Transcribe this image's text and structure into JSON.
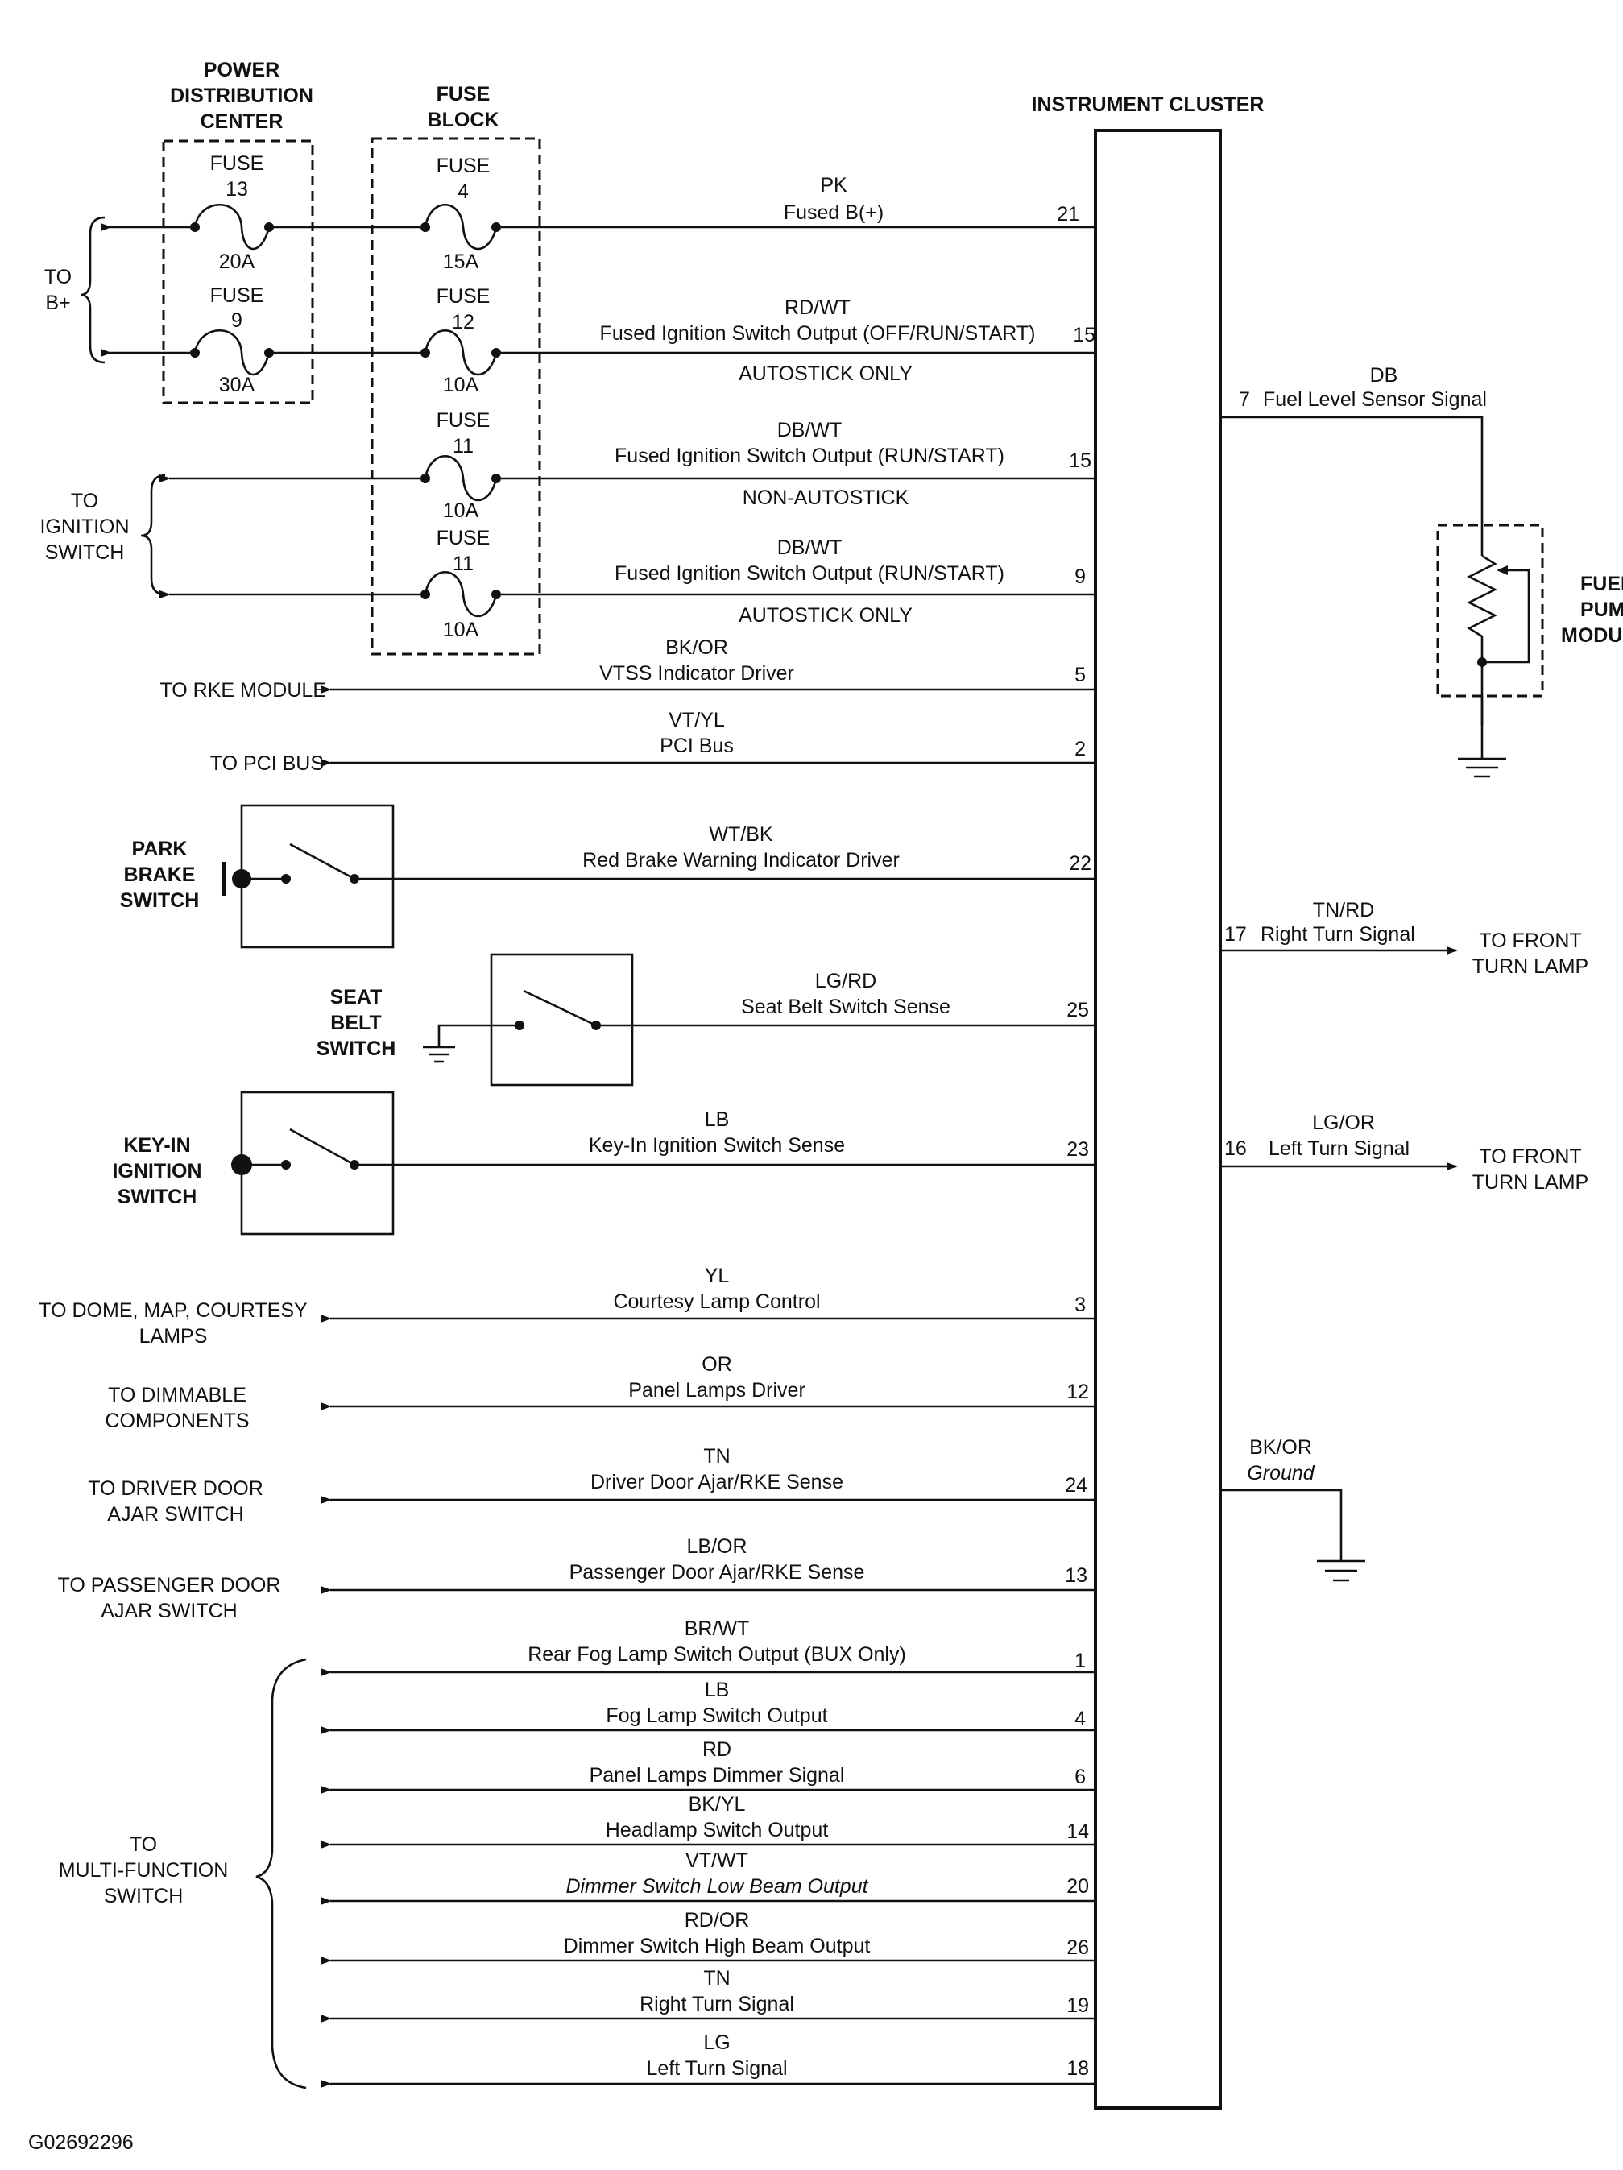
{
  "power_distribution_center": {
    "line1": "POWER",
    "line2": "DISTRIBUTION",
    "line3": "CENTER"
  },
  "fuse_block": {
    "line1": "FUSE",
    "line2": "BLOCK"
  },
  "instrument_cluster": {
    "title": "INSTRUMENT CLUSTER"
  },
  "to_bplus": {
    "line1": "TO",
    "line2": "B+"
  },
  "to_ignition_switch": {
    "line1": "TO",
    "line2": "IGNITION",
    "line3": "SWITCH"
  },
  "fuses": [
    {
      "word": "FUSE",
      "num": "13",
      "amp": "20A"
    },
    {
      "word": "FUSE",
      "num": "9",
      "amp": "30A"
    },
    {
      "word": "FUSE",
      "num": "4",
      "amp": "15A"
    },
    {
      "word": "FUSE",
      "num": "12",
      "amp": "10A"
    },
    {
      "word": "FUSE",
      "num": "11",
      "amp": "10A"
    },
    {
      "word": "FUSE",
      "num": "11",
      "amp": "10A"
    }
  ],
  "circuits": [
    {
      "color": "PK",
      "desc": "Fused B(+)",
      "pin": "21"
    },
    {
      "color": "RD/WT",
      "desc": "Fused Ignition Switch Output (OFF/RUN/START)",
      "pin": "15",
      "note": "AUTOSTICK ONLY"
    },
    {
      "color": "DB/WT",
      "desc": "Fused Ignition Switch Output (RUN/START)",
      "pin": "15",
      "note": "NON-AUTOSTICK"
    },
    {
      "color": "DB/WT",
      "desc": "Fused Ignition Switch Output (RUN/START)",
      "pin": "9",
      "note": "AUTOSTICK ONLY"
    },
    {
      "color": "BK/OR",
      "desc": "VTSS Indicator Driver",
      "pin": "5",
      "dest": "TO RKE MODULE"
    },
    {
      "color": "VT/YL",
      "desc": "PCI Bus",
      "pin": "2",
      "dest": "TO PCI BUS"
    },
    {
      "color": "WT/BK",
      "desc": "Red Brake Warning Indicator Driver",
      "pin": "22"
    },
    {
      "color": "LG/RD",
      "desc": "Seat Belt Switch Sense",
      "pin": "25"
    },
    {
      "color": "LB",
      "desc": "Key-In Ignition Switch Sense",
      "pin": "23"
    },
    {
      "color": "YL",
      "desc": "Courtesy Lamp Control",
      "pin": "3"
    },
    {
      "color": "OR",
      "desc": "Panel Lamps Driver",
      "pin": "12"
    },
    {
      "color": "TN",
      "desc": "Driver Door Ajar/RKE Sense",
      "pin": "24"
    },
    {
      "color": "LB/OR",
      "desc": "Passenger Door Ajar/RKE Sense",
      "pin": "13"
    },
    {
      "color": "BR/WT",
      "desc": "Rear Fog Lamp Switch Output (BUX Only)",
      "pin": "1"
    },
    {
      "color": "LB",
      "desc": "Fog Lamp Switch Output",
      "pin": "4"
    },
    {
      "color": "RD",
      "desc": "Panel Lamps Dimmer Signal",
      "pin": "6"
    },
    {
      "color": "BK/YL",
      "desc": "Headlamp Switch Output",
      "pin": "14"
    },
    {
      "color": "VT/WT",
      "desc": "Dimmer Switch Low Beam Output",
      "pin": "20"
    },
    {
      "color": "RD/OR",
      "desc": "Dimmer Switch High Beam Output",
      "pin": "26"
    },
    {
      "color": "TN",
      "desc": "Right Turn Signal",
      "pin": "19"
    },
    {
      "color": "LG",
      "desc": "Left Turn Signal",
      "pin": "18"
    }
  ],
  "switches": {
    "park_brake": {
      "line1": "PARK",
      "line2": "BRAKE",
      "line3": "SWITCH"
    },
    "seat_belt": {
      "line1": "SEAT",
      "line2": "BELT",
      "line3": "SWITCH"
    },
    "key_in": {
      "line1": "KEY-IN",
      "line2": "IGNITION",
      "line3": "SWITCH"
    }
  },
  "left_destinations": {
    "dome": {
      "line1": "TO DOME, MAP, COURTESY",
      "line2": "LAMPS"
    },
    "dimmable": {
      "line1": "TO DIMMABLE",
      "line2": "COMPONENTS"
    },
    "driver_door": {
      "line1": "TO DRIVER DOOR",
      "line2": "AJAR SWITCH"
    },
    "passenger_door": {
      "line1": "TO PASSENGER DOOR",
      "line2": "AJAR SWITCH"
    },
    "multifunction": {
      "line1": "TO",
      "line2": "MULTI-FUNCTION",
      "line3": "SWITCH"
    }
  },
  "right_circuits": {
    "fuel": {
      "color": "DB",
      "pin": "7",
      "desc": "Fuel Level Sensor Signal"
    },
    "right_turn": {
      "color": "TN/RD",
      "pin": "17",
      "desc": "Right Turn Signal",
      "dest1": "TO FRONT",
      "dest2": "TURN LAMP"
    },
    "left_turn": {
      "color": "LG/OR",
      "pin": "16",
      "desc": "Left Turn Signal",
      "dest1": "TO FRONT",
      "dest2": "TURN LAMP"
    },
    "ground": {
      "color": "BK/OR",
      "desc": "Ground"
    }
  },
  "fuel_pump_module": {
    "line1": "FUEL",
    "line2": "PUMP",
    "line3": "MODULE"
  },
  "figure_id": "G02692296"
}
